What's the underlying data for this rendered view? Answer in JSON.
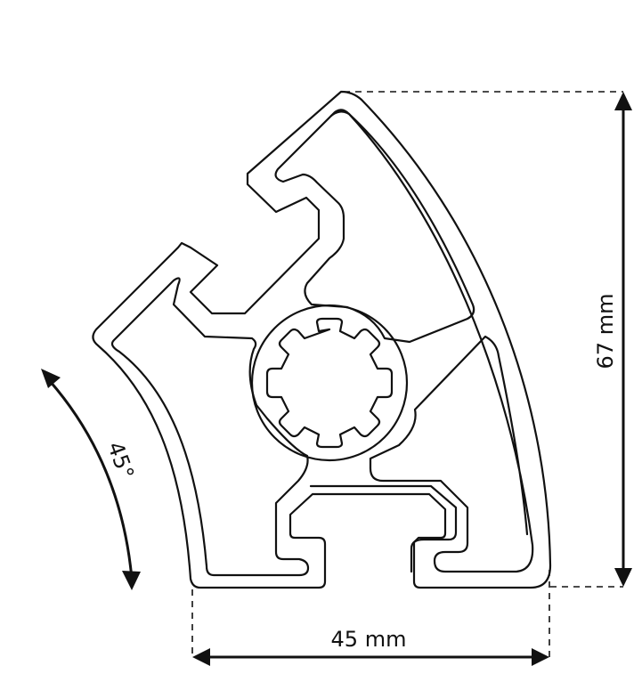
{
  "diagram": {
    "width_label": "45 mm",
    "height_label": "67 mm",
    "angle_label": "45°"
  }
}
